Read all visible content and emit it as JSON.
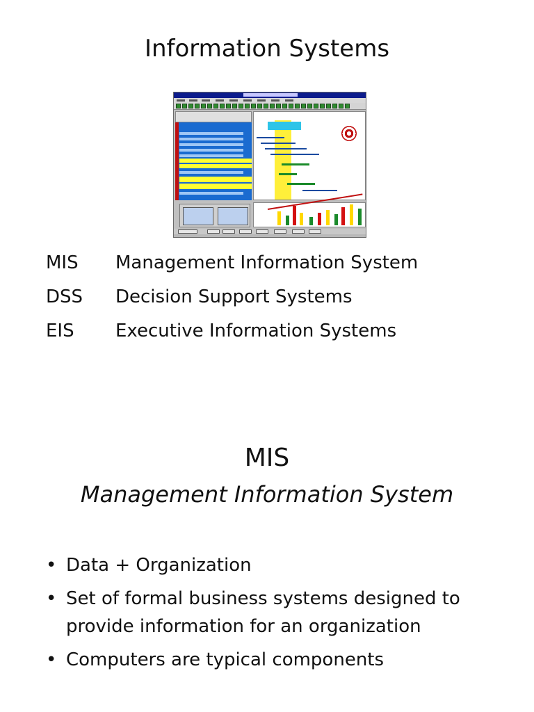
{
  "slide1": {
    "title": "Information Systems",
    "definitions": [
      {
        "abbr": "MIS",
        "full": "Management Information System"
      },
      {
        "abbr": "DSS",
        "full": "Decision Support Systems"
      },
      {
        "abbr": "EIS",
        "full": "Executive Information Systems"
      }
    ]
  },
  "slide2": {
    "title": "MIS",
    "subtitle": "Management Information System",
    "bullets": [
      "Data + Organization",
      "Set of formal business systems designed to provide information for an organization",
      "Computers are typical components"
    ]
  }
}
